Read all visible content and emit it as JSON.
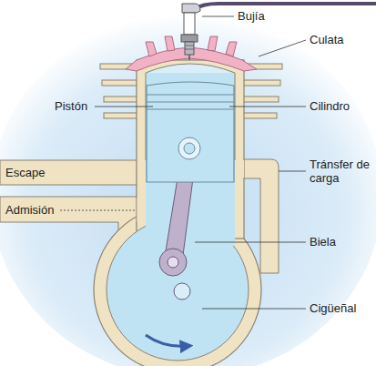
{
  "diagram": {
    "labels": [
      "Bujía",
      "Culata",
      "Pistón",
      "Cilindro",
      "Escape",
      "Tránsfer de carga",
      "Admisión",
      "Biela",
      "Cigüeñal"
    ]
  }
}
